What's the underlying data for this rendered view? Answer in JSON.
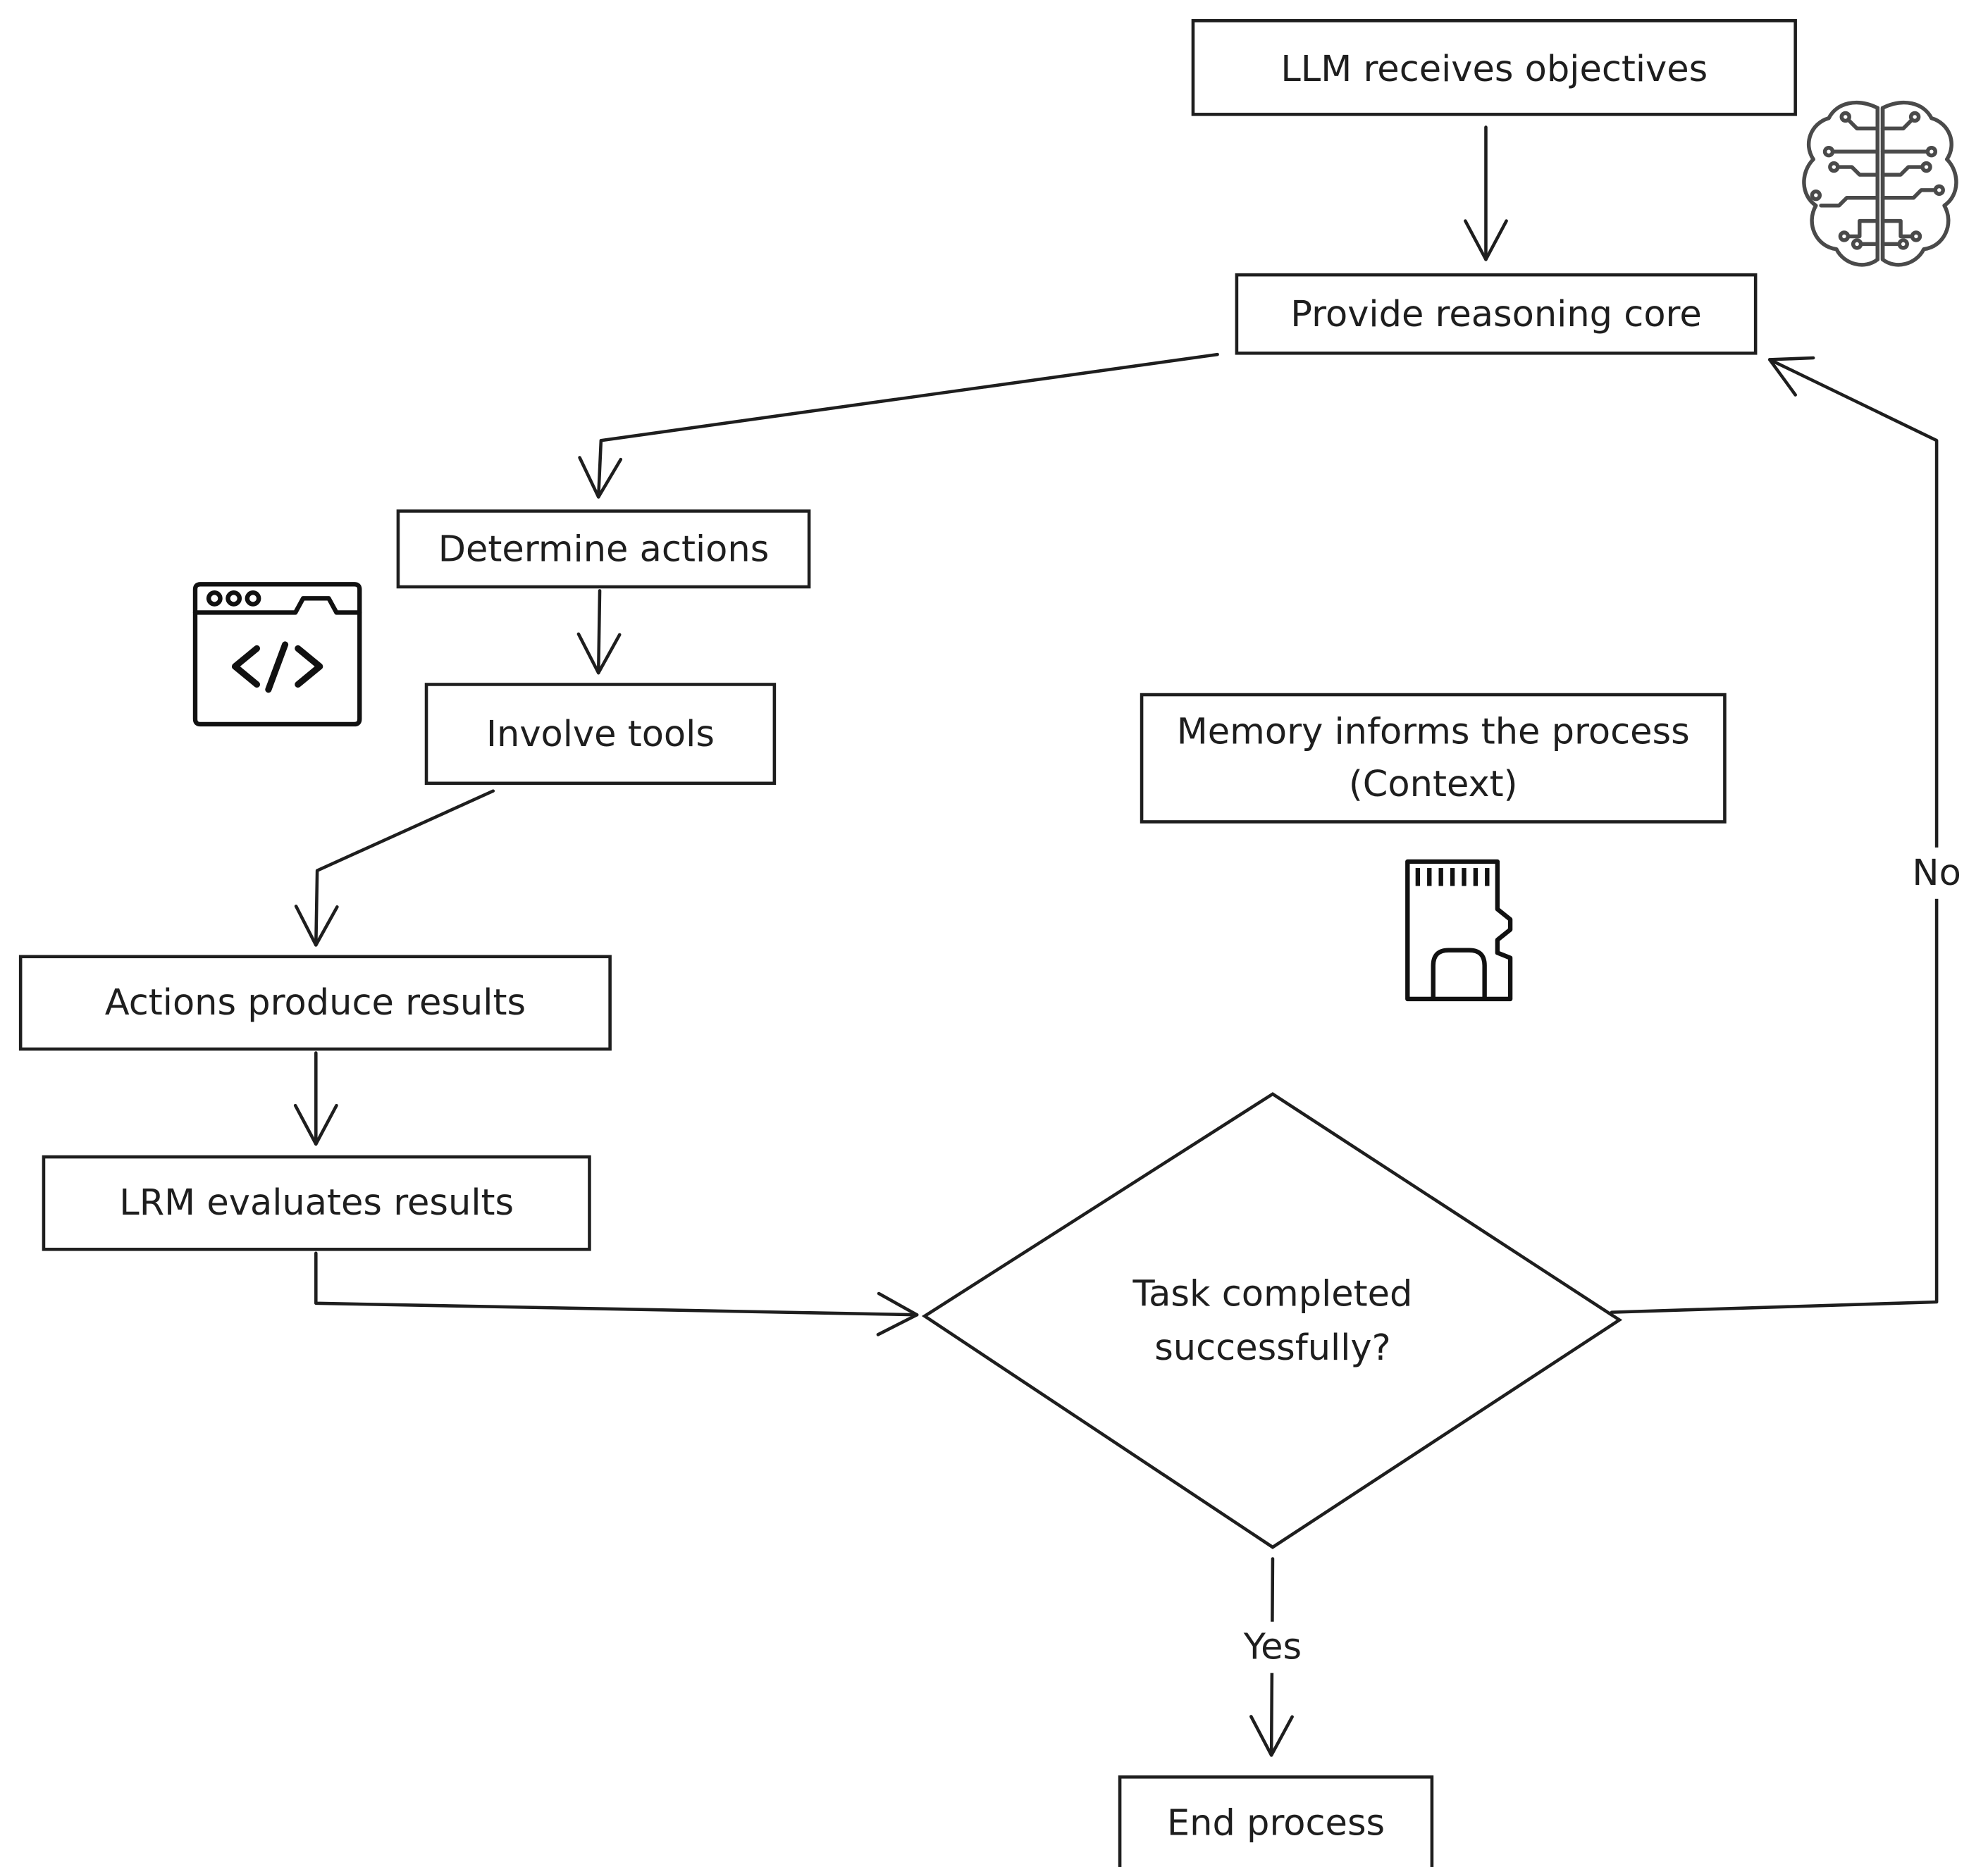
{
  "nodes": {
    "llm_objectives": "LLM receives objectives",
    "reasoning_core": "Provide reasoning core",
    "determine_actions": "Determine actions",
    "involve_tools": "Involve tools",
    "memory_line1": "Memory informs the process",
    "memory_line2": "(Context)",
    "actions_results": "Actions produce results",
    "lrm_evaluates": "LRM evaluates results",
    "decision_line1": "Task completed",
    "decision_line2": "successfully?",
    "end_process": "End process"
  },
  "edge_labels": {
    "no": "No",
    "yes": "Yes"
  },
  "icons": [
    "brain-circuit-icon",
    "code-window-icon",
    "memory-card-icon"
  ],
  "colors": {
    "stroke": "#1e1e1e",
    "text": "#1e1e1e",
    "background": "#ffffff",
    "brain": "#4a4a4a"
  }
}
